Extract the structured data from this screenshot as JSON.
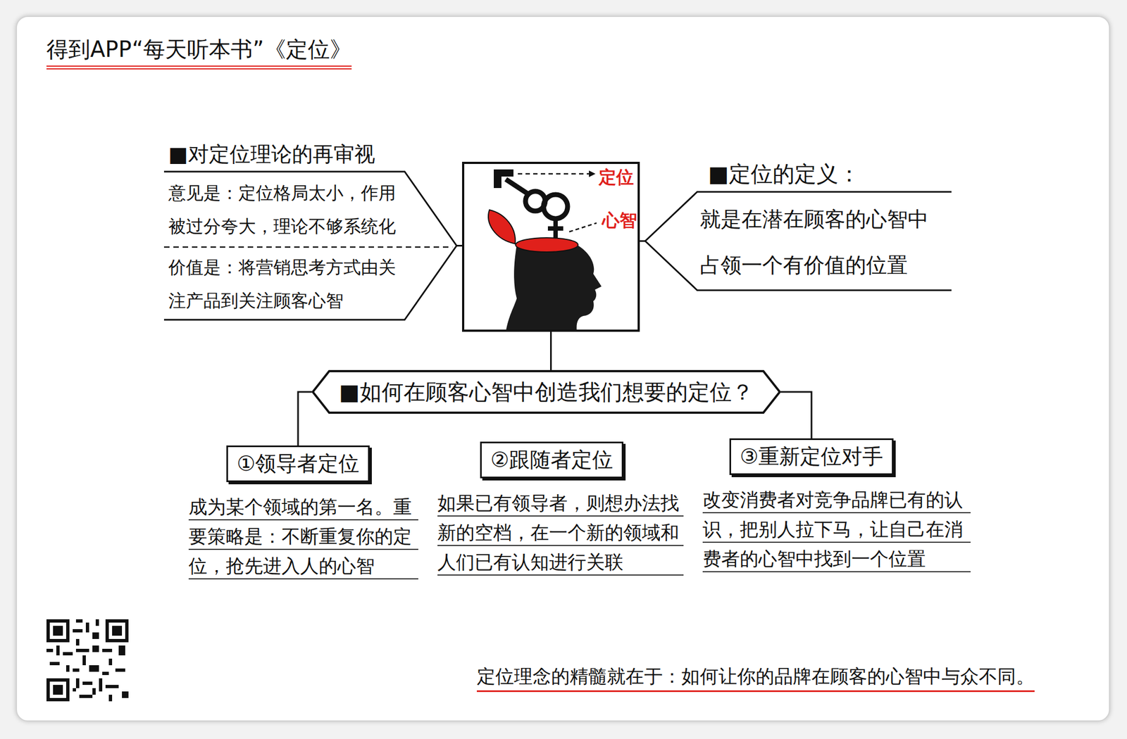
{
  "diagram": {
    "title": "得到APP“每天听本书”《定位》",
    "caption": "定位理念的精髓就在于：如何让你的品牌在顾客的心智中与众不同。",
    "nodes": [
      {
        "text": [
          "■对定位理论的再审视",
          "意见是：定位格局太小，作用被过分夸大，理论不够系统化",
          "价值是：将营销思考方式由关注产品到关注顾客心智"
        ]
      },
      {
        "text": [
          "定位",
          "心智"
        ]
      },
      {
        "text": [
          "■定位的定义：",
          "就是在潜在顾客的心智中占领一个有价值的位置"
        ]
      },
      {
        "text": [
          "■如何在顾客心智中创造我们想要的定位？"
        ]
      },
      {
        "text": [
          "①领导者定位",
          "成为某个领域的第一名。重要策略是：不断重复你的定位，抢先进入人的心智"
        ]
      },
      {
        "text": [
          "②跟随者定位",
          "如果已有领导者，则想办法找新的空档，在一个新的领域和人们已有认知进行关联"
        ]
      },
      {
        "text": [
          "③重新定位对手",
          "改变消费者对竞争品牌已有的认识，把别人拉下马，让自己在消费者的心智中找到一个位置"
        ]
      }
    ],
    "edges": [
      {
        "from": 1,
        "to": 0,
        "arrow": "none"
      },
      {
        "from": 1,
        "to": 2,
        "arrow": "none"
      },
      {
        "from": 1,
        "to": 3,
        "arrow": "none"
      },
      {
        "from": 3,
        "to": 4,
        "arrow": "none"
      },
      {
        "from": 3,
        "to": 6,
        "arrow": "none"
      }
    ]
  }
}
